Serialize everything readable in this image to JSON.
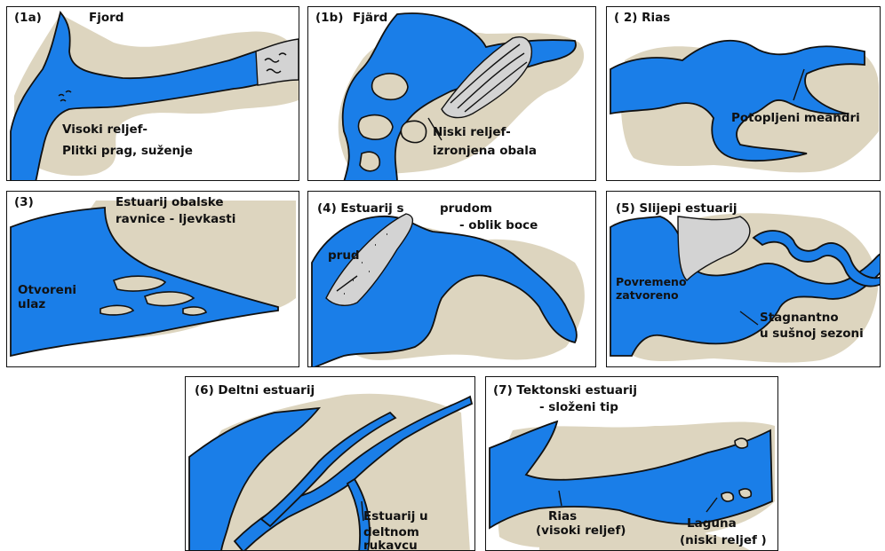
{
  "colors": {
    "water": "#1a7ee8",
    "land": "#ddd5bf",
    "sand": "#d3d3d3",
    "outline": "#111111"
  },
  "panels": {
    "p1a": {
      "id": "(1a)",
      "title": "Fjord",
      "label1": "Visoki reljef-",
      "label2": "Plitki prag, suženje"
    },
    "p1b": {
      "id": "(1b)",
      "title": "Fjärd",
      "label1": "Niski reljef-",
      "label2": "izronjena obala"
    },
    "p2": {
      "title": "( 2) Rias",
      "label1": "Potopljeni meandri"
    },
    "p3": {
      "id": "(3)",
      "title1": "Estuarij obalske",
      "title2": "ravnice - ljevkasti",
      "label1": "Otvoreni",
      "label2": "ulaz"
    },
    "p4": {
      "title1": "(4) Estuarij s",
      "title2": "prudom",
      "title3": "- oblik boce",
      "label1": "prud"
    },
    "p5": {
      "title": "(5)  Slijepi estuarij",
      "label1": "Povremeno",
      "label2": "zatvoreno",
      "label3": "Stagnantno",
      "label4": "u sušnoj sezoni"
    },
    "p6": {
      "title": "(6)  Deltni estuarij",
      "label1": "Estuarij u",
      "label2": "deltnom",
      "label3": "rukavcu"
    },
    "p7": {
      "title1": "(7)  Tektonski estuarij",
      "title2": "- složeni tip",
      "label1": "Rias",
      "label2": "(visoki reljef)",
      "label3": "Laguna",
      "label4": "(niski reljef )"
    }
  }
}
